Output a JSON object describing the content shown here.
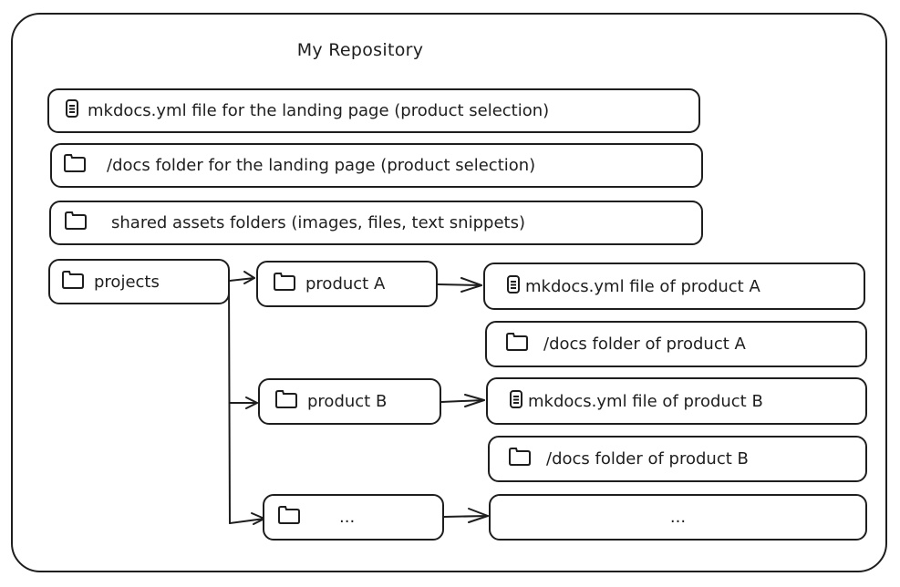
{
  "diagram": {
    "title": "My Repository",
    "top_rows": [
      {
        "icon": "file-icon",
        "label": "mkdocs.yml file for the landing page (product selection)"
      },
      {
        "icon": "folder-icon",
        "label": "/docs folder for the landing page (product selection)"
      },
      {
        "icon": "folder-icon",
        "label": "shared assets folders (images, files, text snippets)"
      }
    ],
    "projects": {
      "icon": "folder-icon",
      "label": "projects"
    },
    "products": [
      {
        "icon": "folder-icon",
        "label": "product A",
        "children": [
          {
            "icon": "file-icon",
            "label": "mkdocs.yml file of product A"
          },
          {
            "icon": "folder-icon",
            "label": "/docs folder of product A"
          }
        ]
      },
      {
        "icon": "folder-icon",
        "label": "product B",
        "children": [
          {
            "icon": "file-icon",
            "label": "mkdocs.yml file of product B"
          },
          {
            "icon": "folder-icon",
            "label": "/docs folder of product B"
          }
        ]
      },
      {
        "icon": "folder-icon",
        "label": "...",
        "children": [
          {
            "icon": "",
            "label": "..."
          }
        ]
      }
    ],
    "colors": {
      "stroke": "#1e1e1e",
      "background": "#ffffff"
    }
  }
}
